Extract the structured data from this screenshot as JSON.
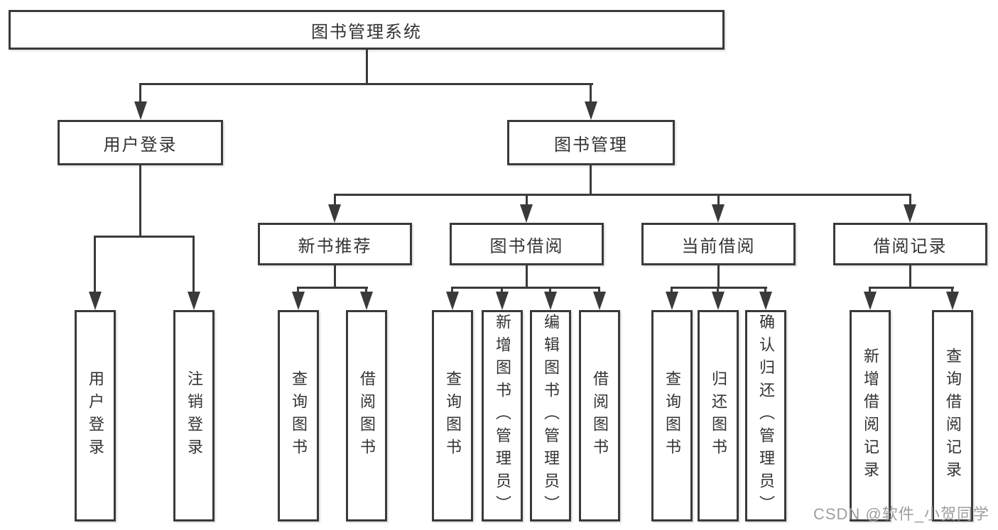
{
  "diagram_title": "图书管理系统",
  "nodes": {
    "root": "图书管理系统",
    "user_login": "用户登录",
    "book_mgmt": "图书管理",
    "new_book_rec": "新书推荐",
    "book_borrow": "图书借阅",
    "current_borrow": "当前借阅",
    "borrow_record": "借阅记录",
    "leaf_user_login": "用户登录",
    "leaf_logout": "注销登录",
    "leaf_nb_query": "查询图书",
    "leaf_nb_borrow": "借阅图书",
    "leaf_bb_query": "查询图书",
    "leaf_bb_add": "新增图书（管理员）",
    "leaf_bb_edit": "编辑图书（管理员）",
    "leaf_bb_borrow": "借阅图书",
    "leaf_cb_query": "查询图书",
    "leaf_cb_return": "归还图书",
    "leaf_cb_confirm": "确认归还（管理员）",
    "leaf_br_add": "新增借阅记录",
    "leaf_br_query": "查询借阅记录"
  },
  "hierarchy": {
    "图书管理系统": {
      "用户登录": [
        "用户登录",
        "注销登录"
      ],
      "图书管理": {
        "新书推荐": [
          "查询图书",
          "借阅图书"
        ],
        "图书借阅": [
          "查询图书",
          "新增图书（管理员）",
          "编辑图书（管理员）",
          "借阅图书"
        ],
        "当前借阅": [
          "查询图书",
          "归还图书",
          "确认归还（管理员）"
        ],
        "借阅记录": [
          "新增借阅记录",
          "查询借阅记录"
        ]
      }
    }
  },
  "watermark": "CSDN @软件_小贺同学",
  "colors": {
    "line": "#3a3a3a",
    "text": "#333333",
    "watermark": "#9e9e9e",
    "background": "#ffffff"
  }
}
